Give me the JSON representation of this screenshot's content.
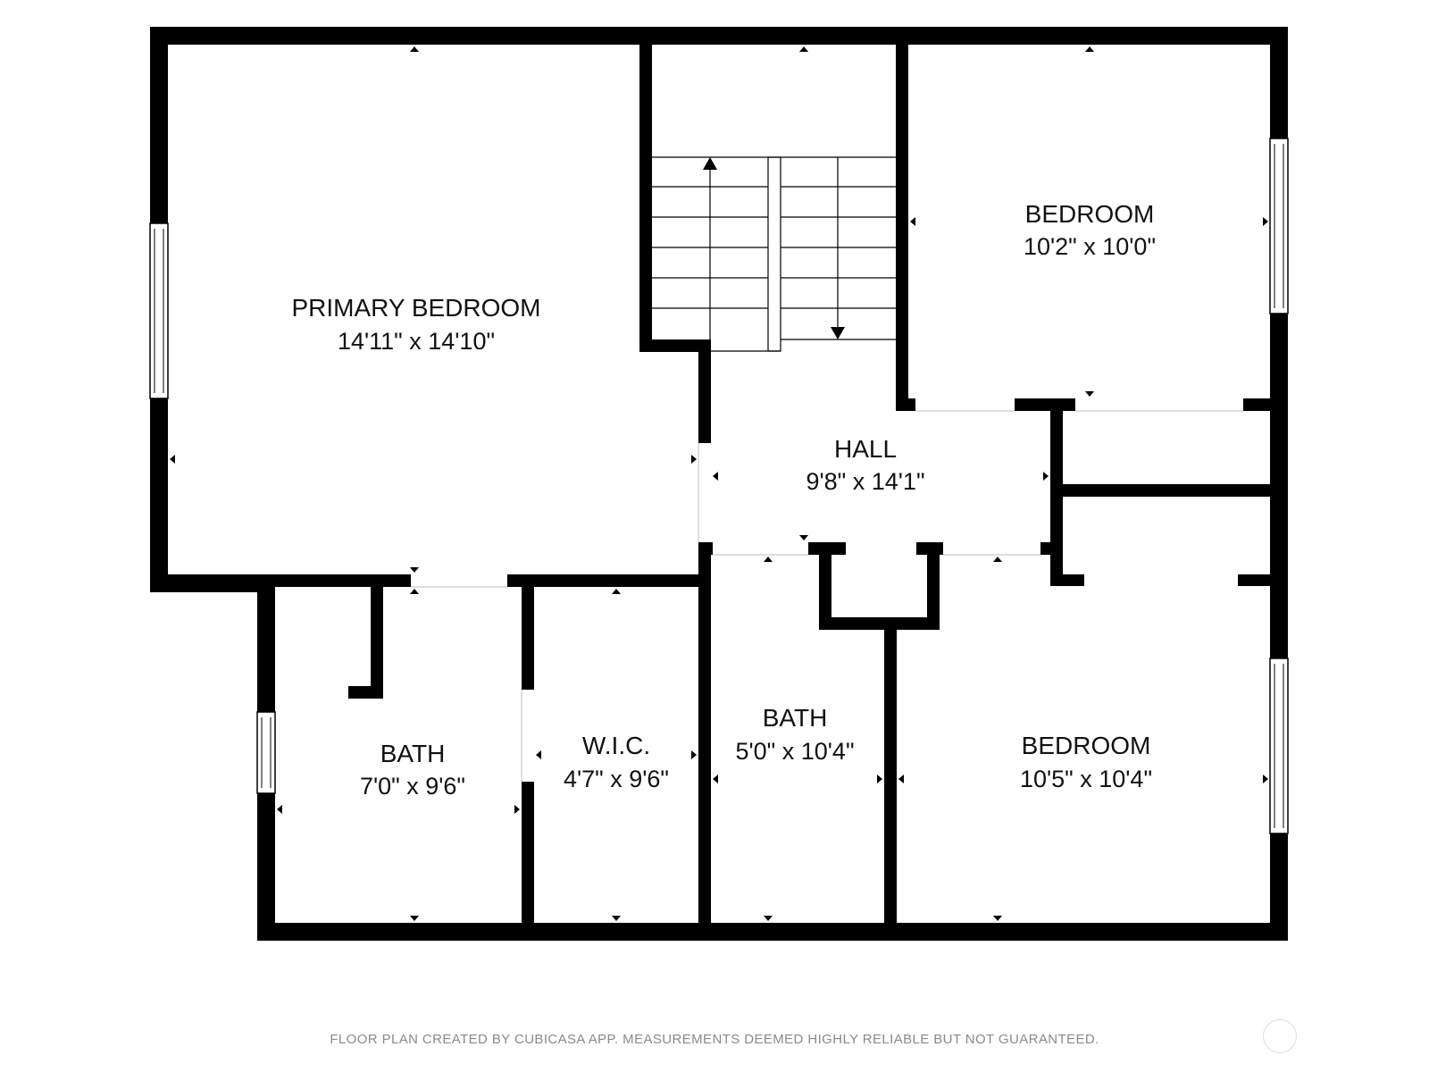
{
  "colors": {
    "wall": "#000000",
    "background": "#ffffff",
    "footer_text": "#8a8a8a"
  },
  "rooms": {
    "primary_bedroom": {
      "name": "PRIMARY BEDROOM",
      "dims": "14'11\" x 14'10\""
    },
    "bedroom_upper": {
      "name": "BEDROOM",
      "dims": "10'2\" x 10'0\""
    },
    "hall": {
      "name": "HALL",
      "dims": "9'8\" x 14'1\""
    },
    "bath_primary": {
      "name": "BATH",
      "dims": "7'0\" x 9'6\""
    },
    "wic": {
      "name": "W.I.C.",
      "dims": "4'7\" x 9'6\""
    },
    "bath_hall": {
      "name": "BATH",
      "dims": "5'0\" x 10'4\""
    },
    "bedroom_lower": {
      "name": "BEDROOM",
      "dims": "10'5\" x 10'4\""
    }
  },
  "footer": {
    "note": "FLOOR PLAN CREATED BY CUBICASA APP. MEASUREMENTS DEEMED HIGHLY RELIABLE BUT NOT GUARANTEED."
  }
}
